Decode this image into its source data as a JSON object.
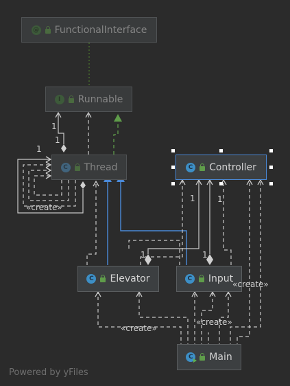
{
  "diagram": {
    "nodes": [
      {
        "id": "functional_interface",
        "label": "FunctionalInterface",
        "kind": "annotation",
        "faded": true
      },
      {
        "id": "runnable",
        "label": "Runnable",
        "kind": "interface",
        "faded": true
      },
      {
        "id": "thread",
        "label": "Thread",
        "kind": "class",
        "faded": true
      },
      {
        "id": "controller",
        "label": "Controller",
        "kind": "class",
        "selected": true
      },
      {
        "id": "elevator",
        "label": "Elevator",
        "kind": "class"
      },
      {
        "id": "input",
        "label": "Input",
        "kind": "class"
      },
      {
        "id": "main",
        "label": "Main",
        "kind": "class-main"
      }
    ],
    "edge_labels": {
      "create_thread_self": "«create»",
      "create_main_elevator": "«create»",
      "create_main_input": "«create»",
      "create_main_controller": "«create»"
    },
    "multiplicities": {
      "runnable_thread": "1",
      "thread_top": "1",
      "thread_self": "1",
      "controller_left": "1",
      "controller_right": "1",
      "elevator_controller": "1",
      "input_controller": "1"
    },
    "colors": {
      "background": "#2b2b2b",
      "edge": "#c8c8c8",
      "inheritance": "#4b8ad8",
      "realization": "#5f9c4a",
      "annotation_link": "#4f7a2e"
    }
  },
  "footer": "Powered by yFiles"
}
